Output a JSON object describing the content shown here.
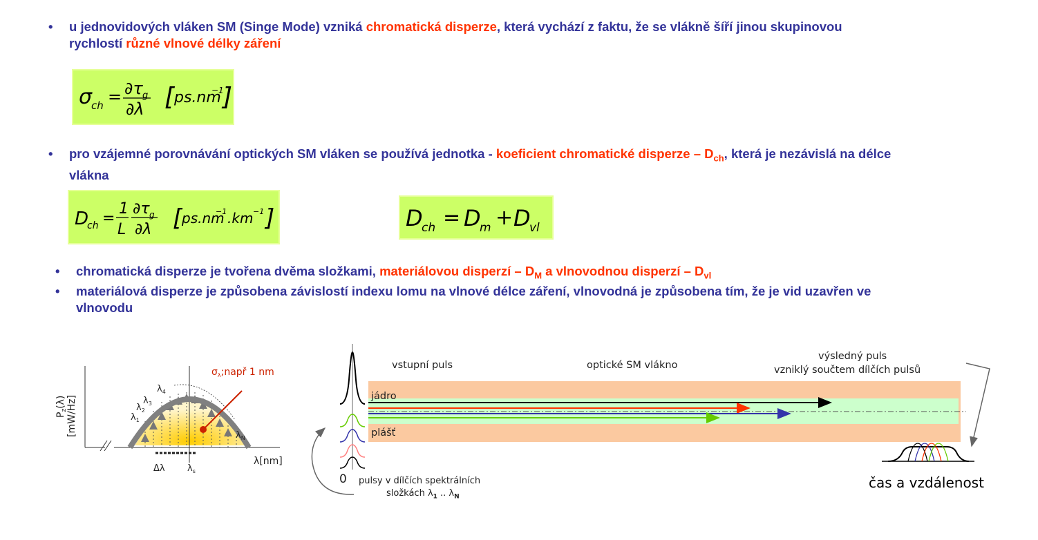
{
  "bullets": [
    {
      "parts": [
        {
          "t": "u jednovidových vláken SM (Singe Mode) vzniká ",
          "c": "blue"
        },
        {
          "t": "chromatická disperze",
          "c": "red"
        },
        {
          "t": ", která vychází z faktu, že se vlákně šíří jinou skupinovou",
          "c": "blue"
        },
        {
          "br": true
        },
        {
          "t": "rychlostí ",
          "c": "blue"
        },
        {
          "t": "různé vlnové délky záření",
          "c": "red"
        }
      ]
    },
    {
      "parts": [
        {
          "t": "pro vzájemné porovnávání optických SM vláken se používá jednotka - ",
          "c": "blue"
        },
        {
          "t": "koeficient chromatické disperze – D",
          "c": "red"
        },
        {
          "t": "ch",
          "c": "red",
          "sub": true
        },
        {
          "t": ", která je nezávislá na délce",
          "c": "blue"
        },
        {
          "br": true
        },
        {
          "t": "vlákna",
          "c": "blue"
        }
      ]
    },
    {
      "parts": [
        {
          "t": "chromatická disperze je tvořena dvěma složkami, ",
          "c": "blue"
        },
        {
          "t": "materiálovou disperzí – D",
          "c": "red"
        },
        {
          "t": "M",
          "c": "red",
          "sub": true
        },
        {
          "t": " a vlnovodnou disperzí – D",
          "c": "red"
        },
        {
          "t": "vl",
          "c": "red",
          "sub": true
        }
      ]
    },
    {
      "parts": [
        {
          "t": "materiálová disperze je způsobena závislostí indexu lomu na vlnové délce záření, vlnovodná je způsobena tím, že je vid uzavřen ve",
          "c": "blue"
        },
        {
          "br": true
        },
        {
          "t": "vlnovodu",
          "c": "blue"
        }
      ]
    }
  ],
  "bullet_char": "•",
  "formulas": {
    "sigma": {
      "lhs": "σ",
      "lhs_sub": "ch",
      "eq": "=",
      "num": "∂τ",
      "num_sub": "g",
      "den": "∂λ",
      "unit": "ps.nm",
      "unit_exp": "−1"
    },
    "dch": {
      "lhs": "D",
      "lhs_sub": "ch",
      "eq": "=",
      "f1_num": "1",
      "f1_den": "L",
      "num": "∂τ",
      "num_sub": "g",
      "den": "∂λ",
      "unit_a": "ps.nm",
      "unit_a_exp": "−1",
      "unit_b": ".km",
      "unit_b_exp": "−1"
    },
    "sum": {
      "lhs": "D",
      "lhs_sub": "ch",
      "eq": "=",
      "t1": "D",
      "t1_sub": "m",
      "plus": "+",
      "t2": "D",
      "t2_sub": "vl"
    }
  },
  "spectrum": {
    "ylabel_p": "P",
    "ylabel_z": "z",
    "ylabel_rest": "(λ)",
    "ylabel_unit": "[mW/Hz]",
    "lambda_labels": [
      {
        "t": "λ",
        "s": "4"
      },
      {
        "t": "λ",
        "s": "3"
      },
      {
        "t": "λ",
        "s": "2"
      },
      {
        "t": "λ",
        "s": "1"
      },
      {
        "t": "λ",
        "s": "N"
      }
    ],
    "sigma_label": "σ",
    "sigma_sub": "λ",
    "sigma_rest": ";např 1 nm",
    "delta_label": "Δλ",
    "ls_label": "λ",
    "ls_sub": "s",
    "xlabel": "λ[nm]",
    "colors": {
      "envelope": "#808080",
      "fill": "#ffcc00",
      "sigma_line": "#cc2200"
    }
  },
  "fiber": {
    "input_label": "vstupní puls",
    "fiber_label": "optické SM vlákno",
    "output_label_1": "výsledný puls",
    "output_label_2": "vzniklý součtem dílčích pulsů",
    "core_label": "jádro",
    "cladding_label": "plášť",
    "zero_label": "0",
    "spectral_1": "pulsy v dílčích spektrálních",
    "spectral_2": "složkách λ",
    "spectral_2_sub1": "1",
    "spectral_2_mid": " .. λ",
    "spectral_2_sub2": "N",
    "axis_label": "čas a vzdálenost",
    "colors": {
      "cladding": "#fbc9a0",
      "core": "#ccffcc",
      "black": "#000000",
      "red": "#ff3300",
      "blue": "#3333aa",
      "green": "#66cc00",
      "pink": "#ff8080"
    }
  }
}
